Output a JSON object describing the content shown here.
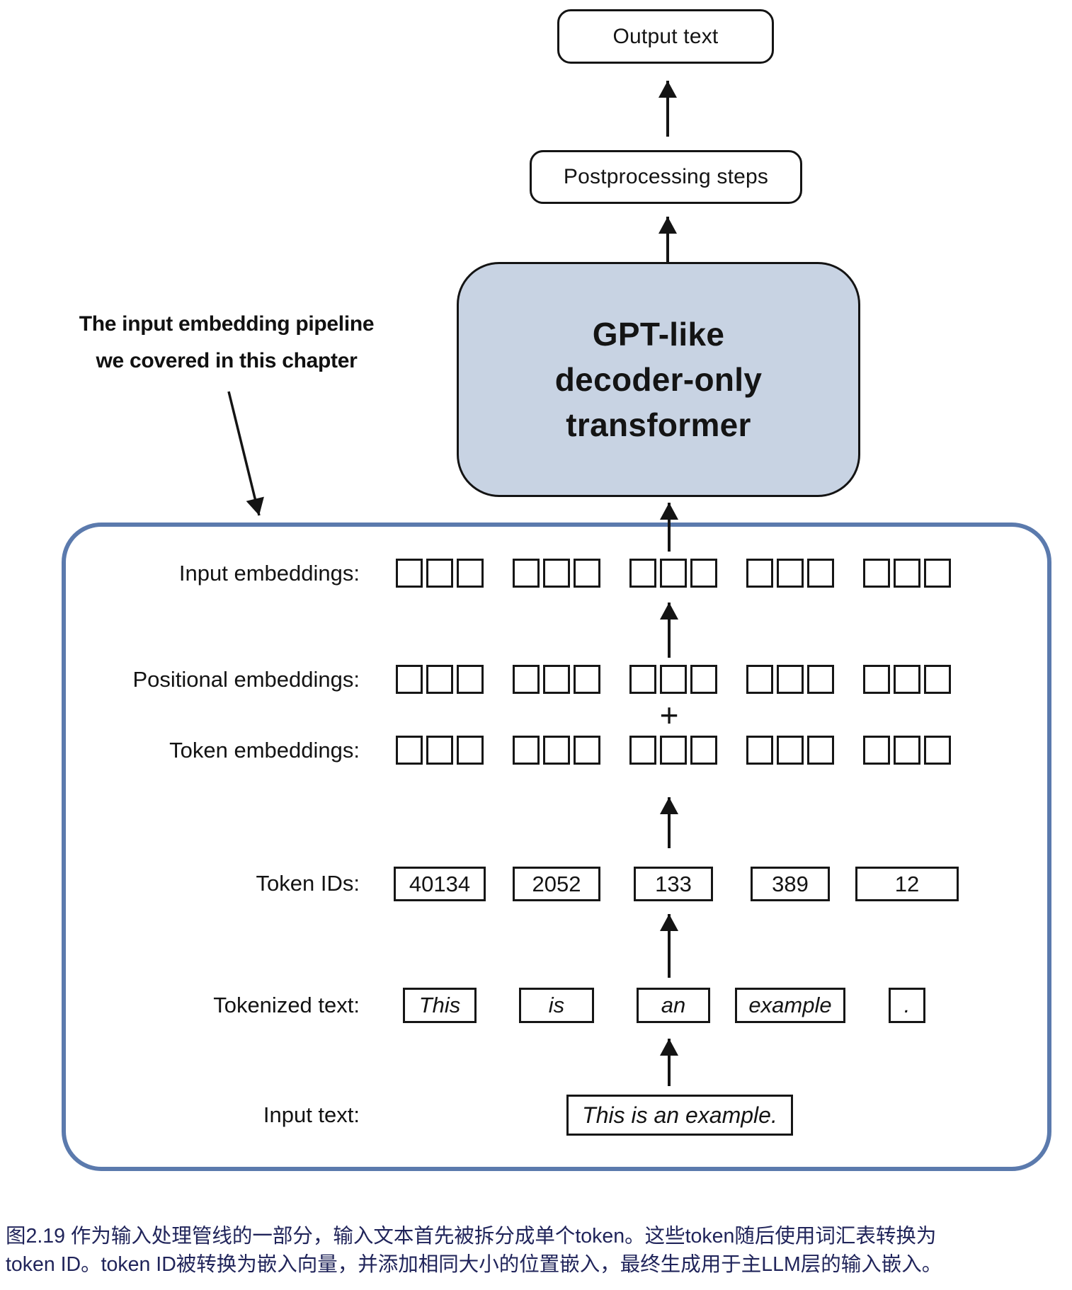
{
  "colors": {
    "transformer_fill": "#c8d3e3",
    "pipeline_border": "#5b7aad",
    "caption_text": "#20245a"
  },
  "diagram": {
    "output_box_label": "Output text",
    "postprocessing_box_label": "Postprocessing steps",
    "transformer_lines": [
      "GPT-like",
      "decoder-only",
      "transformer"
    ],
    "annotation_lines": [
      "The input embedding pipeline",
      "we covered in this chapter"
    ],
    "plus_sign": "+",
    "pipeline_rows": {
      "input_embeddings": {
        "label": "Input embeddings:",
        "groups": 5,
        "cells_per_group": 3
      },
      "positional_embeddings": {
        "label": "Positional embeddings:",
        "groups": 5,
        "cells_per_group": 3
      },
      "token_embeddings": {
        "label": "Token embeddings:",
        "groups": 5,
        "cells_per_group": 3
      },
      "token_ids": {
        "label": "Token IDs:",
        "values": [
          "40134",
          "2052",
          "133",
          "389",
          "12"
        ]
      },
      "tokenized_text": {
        "label": "Tokenized text:",
        "tokens": [
          "This",
          "is",
          "an",
          "example",
          "."
        ]
      },
      "input_text": {
        "label": "Input text:",
        "value": "This is an example."
      }
    }
  },
  "caption": {
    "line1": "图2.19 作为输入处理管线的一部分，输入文本首先被拆分成单个token。这些token随后使用词汇表转换为",
    "line2": "token ID。token ID被转换为嵌入向量，并添加相同大小的位置嵌入，最终生成用于主LLM层的输入嵌入。"
  }
}
